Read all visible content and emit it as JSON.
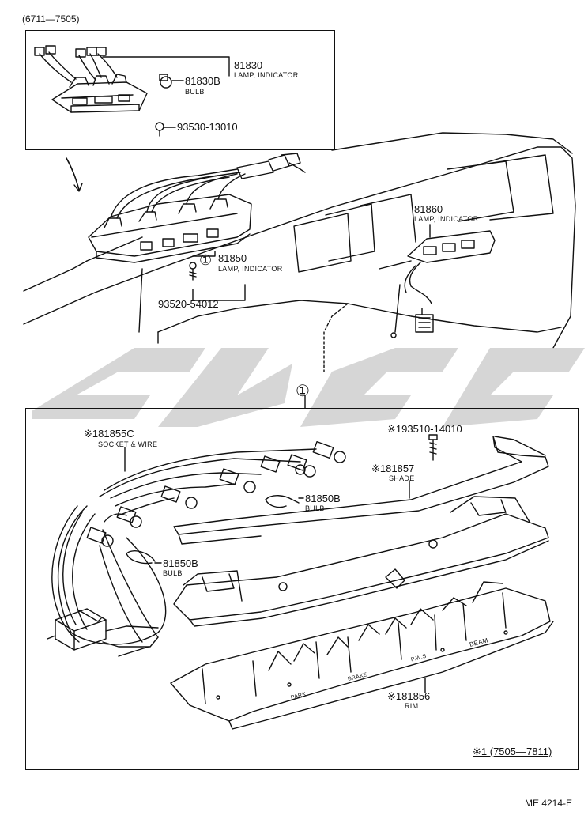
{
  "top_box": {
    "range": "(6711—7505)",
    "p81830": {
      "number": "81830",
      "name": "LAMP, INDICATOR"
    },
    "p81830b": {
      "number": "81830B",
      "name": "BULB"
    },
    "p93530": {
      "number": "93530-13010"
    }
  },
  "dash": {
    "p81860": {
      "number": "81860",
      "name": "LAMP, INDICATOR"
    },
    "p81850": {
      "marker": "①",
      "number": "81850",
      "name": "LAMP, INDICATOR"
    },
    "p93520": {
      "number": "93520-54012"
    },
    "callout": "①"
  },
  "bottom_box": {
    "p81855c": {
      "number": "※181855C",
      "name": "SOCKET & WIRE"
    },
    "p93510": {
      "number": "※193510-14010"
    },
    "p81857": {
      "number": "※181857",
      "name": "SHADE"
    },
    "p81850b_1": {
      "number": "81850B",
      "name": "BULB"
    },
    "p81850b_2": {
      "number": "81850B",
      "name": "BULB"
    },
    "p81856": {
      "number": "※181856",
      "name": "RIM"
    },
    "rim_labels": [
      "PARK",
      "BRAKE",
      "P.W.S",
      "BEAM"
    ],
    "note": "※1 (7505—7811)"
  },
  "footer": {
    "code": "ME 4214-E"
  },
  "colors": {
    "ink": "#111111",
    "watermark": "#cfcfcf"
  }
}
